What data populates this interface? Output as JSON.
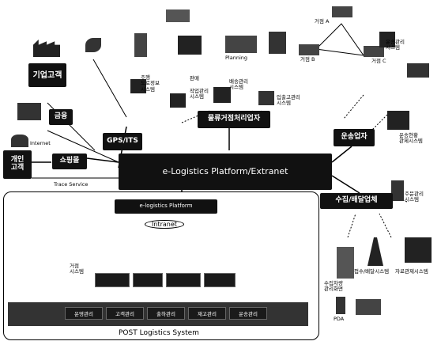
{
  "platform": {
    "title": "e-Logistics Platform/Extranet"
  },
  "nodes": {
    "enterprise_customer": "기업고객",
    "finance": "금융",
    "gps_its": "GPS/ITS",
    "internet": "Internet",
    "individual_customer": "개인\n고객",
    "shopping_mall": "쇼핑몰",
    "trace_service": "Trace Service",
    "logistics_center": "물류거점처리업자",
    "transport_company": "운송업자",
    "collection_delivery": "수집/배달업체",
    "post_logistics_system": "POST Logistics System",
    "inner_platform": "e-logistics Platform",
    "intranet": "Intranet",
    "warehouse_system": "거점\n시스템"
  },
  "systems": {
    "road_info": "주행\n도로정보\n시스템",
    "work_mgmt": "작업관리\n시스템",
    "delivery_mgmt": "배송관리\n시스템",
    "planning": "Planning",
    "dispatch_mgmt": "입출고관리\n시스템",
    "transport_mgmt": "운송관리\n시스템",
    "transport_status": "운송현황\n관제시스템",
    "pickup_mgmt": "주문관리\n시스템",
    "collection_system": "접수/배달시스템",
    "gps_control": "자료관제시스템",
    "pda": "PDA",
    "collector_vehicle": "수집차량\n관리화면",
    "sales": "판매",
    "base_a": "거점 A",
    "base_b": "거점 B",
    "base_c": "거점 C"
  },
  "inner_modules": [
    "",
    "",
    "",
    ""
  ],
  "bottom_modules": [
    "운영관리",
    "고객관리",
    "출하관리",
    "재고관리",
    "운송관리"
  ]
}
